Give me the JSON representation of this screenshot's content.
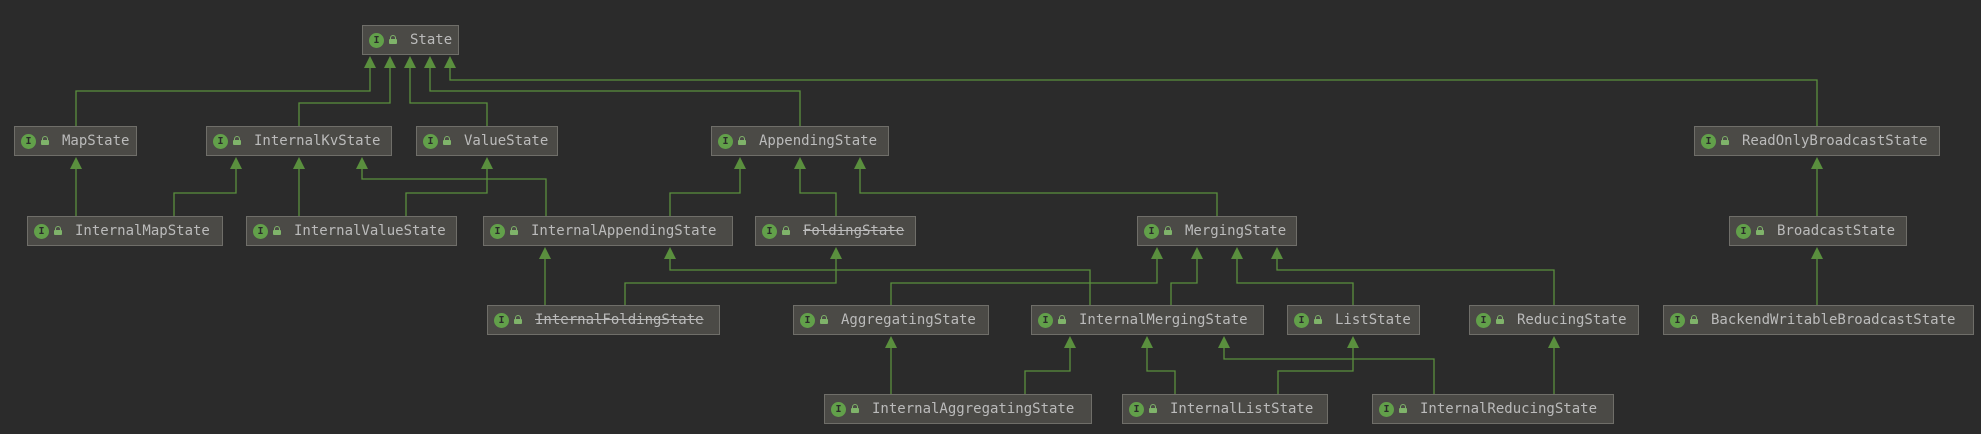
{
  "diagram": {
    "edge_color": "#5a8f3e",
    "node_icon": {
      "name": "interface-icon",
      "glyph": "I",
      "color": "#62a04a"
    },
    "visibility_icon": "public-lock-icon",
    "nodes": [
      {
        "id": "State",
        "label": "State",
        "deprecated": false
      },
      {
        "id": "MapState",
        "label": "MapState",
        "deprecated": false
      },
      {
        "id": "InternalKvState",
        "label": "InternalKvState",
        "deprecated": false
      },
      {
        "id": "ValueState",
        "label": "ValueState",
        "deprecated": false
      },
      {
        "id": "AppendingState",
        "label": "AppendingState",
        "deprecated": false
      },
      {
        "id": "ReadOnlyBroadcastState",
        "label": "ReadOnlyBroadcastState",
        "deprecated": false
      },
      {
        "id": "InternalMapState",
        "label": "InternalMapState",
        "deprecated": false
      },
      {
        "id": "InternalValueState",
        "label": "InternalValueState",
        "deprecated": false
      },
      {
        "id": "InternalAppendingState",
        "label": "InternalAppendingState",
        "deprecated": false
      },
      {
        "id": "FoldingState",
        "label": "FoldingState",
        "deprecated": true
      },
      {
        "id": "MergingState",
        "label": "MergingState",
        "deprecated": false
      },
      {
        "id": "BroadcastState",
        "label": "BroadcastState",
        "deprecated": false
      },
      {
        "id": "InternalFoldingState",
        "label": "InternalFoldingState",
        "deprecated": true
      },
      {
        "id": "AggregatingState",
        "label": "AggregatingState",
        "deprecated": false
      },
      {
        "id": "InternalMergingState",
        "label": "InternalMergingState",
        "deprecated": false
      },
      {
        "id": "ListState",
        "label": "ListState",
        "deprecated": false
      },
      {
        "id": "ReducingState",
        "label": "ReducingState",
        "deprecated": false
      },
      {
        "id": "BackendWritableBroadcastState",
        "label": "BackendWritableBroadcastState",
        "deprecated": false
      },
      {
        "id": "InternalAggregatingState",
        "label": "InternalAggregatingState",
        "deprecated": false
      },
      {
        "id": "InternalListState",
        "label": "InternalListState",
        "deprecated": false
      },
      {
        "id": "InternalReducingState",
        "label": "InternalReducingState",
        "deprecated": false
      }
    ],
    "edges": [
      {
        "from": "MapState",
        "to": "State"
      },
      {
        "from": "InternalKvState",
        "to": "State"
      },
      {
        "from": "ValueState",
        "to": "State"
      },
      {
        "from": "AppendingState",
        "to": "State"
      },
      {
        "from": "ReadOnlyBroadcastState",
        "to": "State"
      },
      {
        "from": "InternalMapState",
        "to": "MapState"
      },
      {
        "from": "InternalMapState",
        "to": "InternalKvState"
      },
      {
        "from": "InternalValueState",
        "to": "InternalKvState"
      },
      {
        "from": "InternalValueState",
        "to": "ValueState"
      },
      {
        "from": "InternalAppendingState",
        "to": "InternalKvState"
      },
      {
        "from": "InternalAppendingState",
        "to": "AppendingState"
      },
      {
        "from": "FoldingState",
        "to": "AppendingState"
      },
      {
        "from": "MergingState",
        "to": "AppendingState"
      },
      {
        "from": "BroadcastState",
        "to": "ReadOnlyBroadcastState"
      },
      {
        "from": "InternalFoldingState",
        "to": "InternalAppendingState"
      },
      {
        "from": "InternalFoldingState",
        "to": "FoldingState"
      },
      {
        "from": "AggregatingState",
        "to": "MergingState"
      },
      {
        "from": "InternalMergingState",
        "to": "MergingState"
      },
      {
        "from": "InternalMergingState",
        "to": "InternalAppendingState"
      },
      {
        "from": "ListState",
        "to": "MergingState"
      },
      {
        "from": "ReducingState",
        "to": "MergingState"
      },
      {
        "from": "BackendWritableBroadcastState",
        "to": "BroadcastState"
      },
      {
        "from": "InternalAggregatingState",
        "to": "AggregatingState"
      },
      {
        "from": "InternalAggregatingState",
        "to": "InternalMergingState"
      },
      {
        "from": "InternalListState",
        "to": "InternalMergingState"
      },
      {
        "from": "InternalListState",
        "to": "ListState"
      },
      {
        "from": "InternalReducingState",
        "to": "InternalMergingState"
      },
      {
        "from": "InternalReducingState",
        "to": "ReducingState"
      }
    ]
  }
}
